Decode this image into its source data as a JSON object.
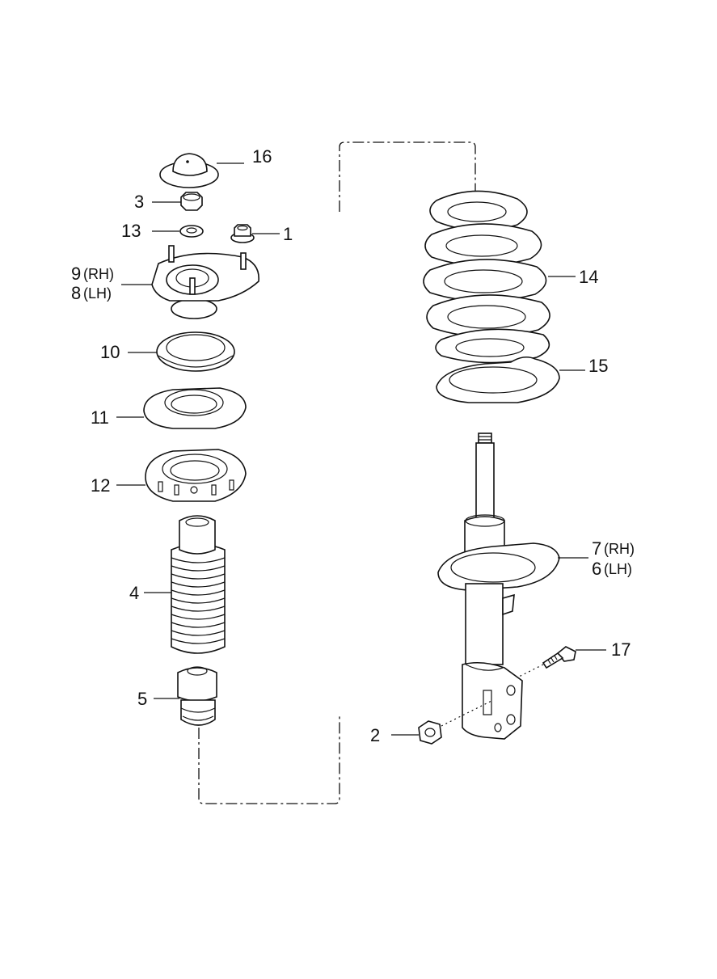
{
  "callouts": {
    "c16": "16",
    "c3": "3",
    "c13": "13",
    "c1": "1",
    "c9": "9",
    "c9_side": "(RH)",
    "c8": "8",
    "c8_side": "(LH)",
    "c10": "10",
    "c11": "11",
    "c12": "12",
    "c4": "4",
    "c5": "5",
    "c14": "14",
    "c15": "15",
    "c7": "7",
    "c7_side": "(RH)",
    "c6": "6",
    "c6_side": "(LH)",
    "c17": "17",
    "c2": "2"
  }
}
